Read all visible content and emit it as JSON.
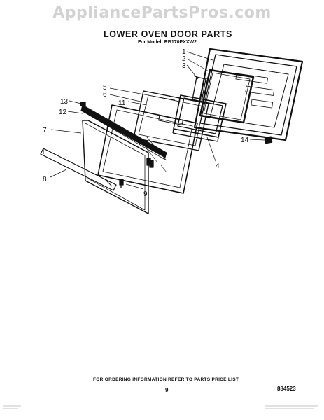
{
  "header": {
    "watermark": "AppliancePartsPros.com",
    "title": "LOWER OVEN DOOR PARTS",
    "model": "For Model: RB170PXXW2"
  },
  "callouts": [
    "1",
    "2",
    "3",
    "4",
    "5",
    "6",
    "7",
    "8",
    "9",
    "11",
    "12",
    "13",
    "14"
  ],
  "footer": {
    "ordering_note": "FOR ORDERING INFORMATION REFER TO PARTS PRICE LIST",
    "page_number": "9",
    "part_code": "884523"
  }
}
